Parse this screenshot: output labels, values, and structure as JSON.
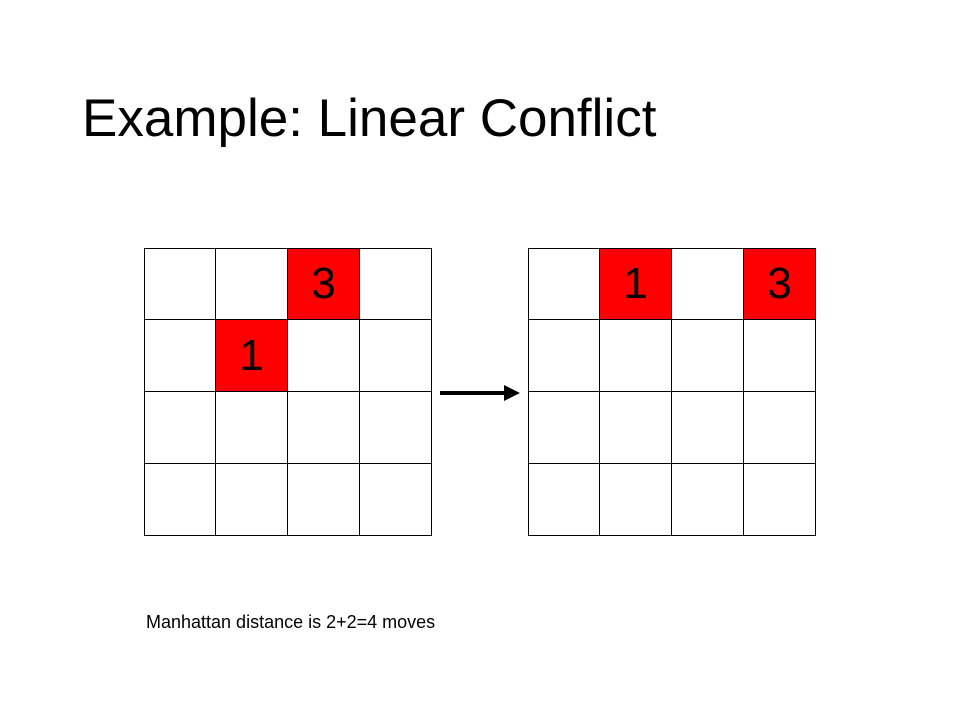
{
  "title": "Example: Linear Conflict",
  "caption": "Manhattan distance is 2+2=4 moves",
  "highlight_color": "#ff0000",
  "grid_line_color": "#000000",
  "arrow_icon": "right-arrow-icon",
  "boards": [
    {
      "name": "start-state",
      "rows": 4,
      "cols": 4,
      "tiles": [
        {
          "label": "3",
          "row": 0,
          "col": 2
        },
        {
          "label": "1",
          "row": 1,
          "col": 1
        }
      ]
    },
    {
      "name": "goal-state",
      "rows": 4,
      "cols": 4,
      "tiles": [
        {
          "label": "1",
          "row": 0,
          "col": 1
        },
        {
          "label": "3",
          "row": 0,
          "col": 3
        }
      ]
    }
  ]
}
